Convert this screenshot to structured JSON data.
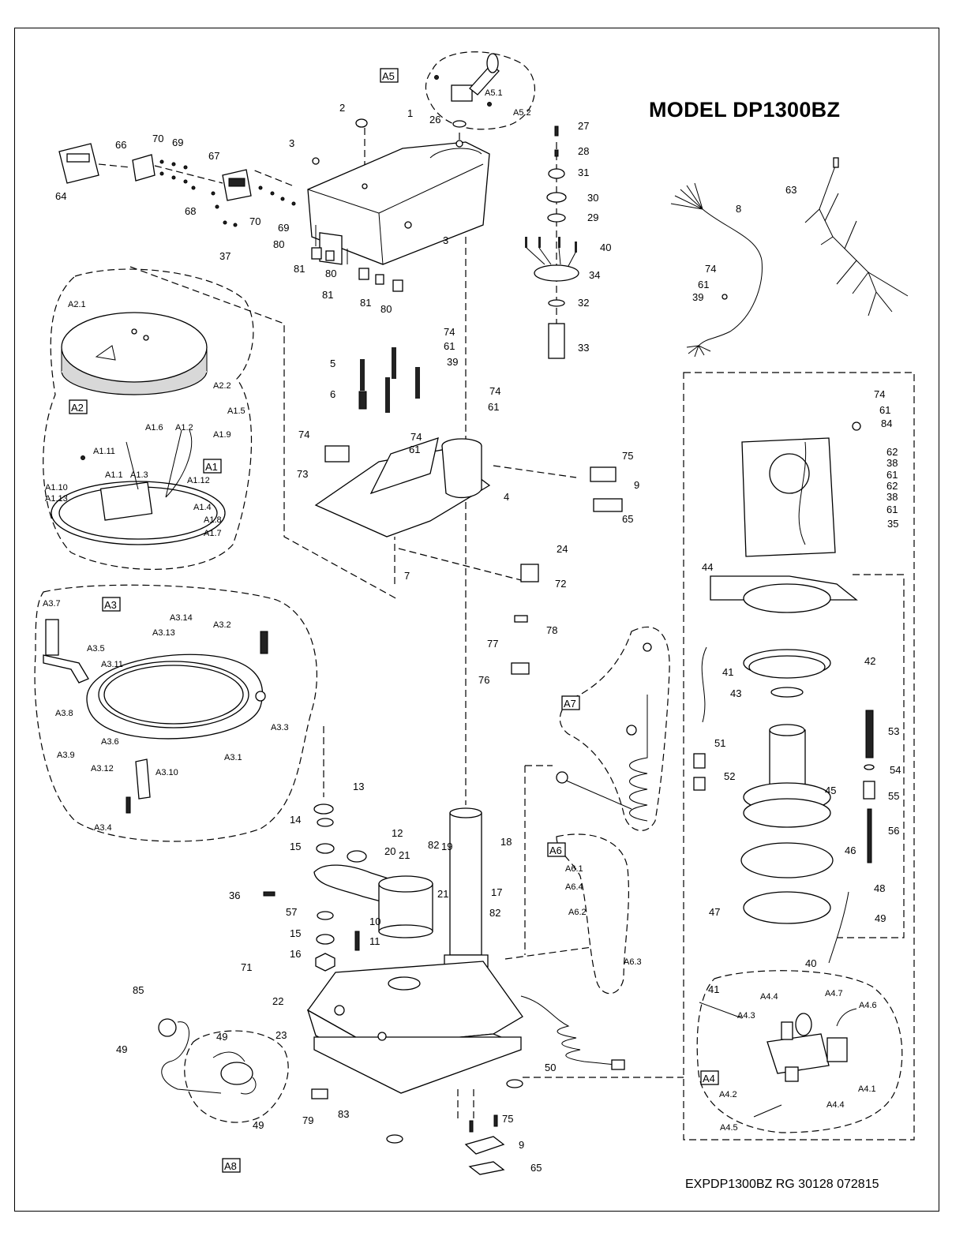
{
  "title": "MODEL DP1300BZ",
  "document_id": "EXPDP1300BZ RG 30128 072815",
  "callouts": [
    {
      "id": "c1",
      "label": "1"
    },
    {
      "id": "c2",
      "label": "2"
    },
    {
      "id": "c3a",
      "label": "3"
    },
    {
      "id": "c3b",
      "label": "3"
    },
    {
      "id": "c4",
      "label": "4"
    },
    {
      "id": "c5",
      "label": "5"
    },
    {
      "id": "c6",
      "label": "6"
    },
    {
      "id": "c7",
      "label": "7"
    },
    {
      "id": "c8",
      "label": "8"
    },
    {
      "id": "c9a",
      "label": "9"
    },
    {
      "id": "c9b",
      "label": "9"
    },
    {
      "id": "c10",
      "label": "10"
    },
    {
      "id": "c11",
      "label": "11"
    },
    {
      "id": "c12",
      "label": "12"
    },
    {
      "id": "c13",
      "label": "13"
    },
    {
      "id": "c14",
      "label": "14"
    },
    {
      "id": "c15a",
      "label": "15"
    },
    {
      "id": "c15b",
      "label": "15"
    },
    {
      "id": "c16",
      "label": "16"
    },
    {
      "id": "c17",
      "label": "17"
    },
    {
      "id": "c18",
      "label": "18"
    },
    {
      "id": "c19",
      "label": "19"
    },
    {
      "id": "c20",
      "label": "20"
    },
    {
      "id": "c21a",
      "label": "21"
    },
    {
      "id": "c21b",
      "label": "21"
    },
    {
      "id": "c22",
      "label": "22"
    },
    {
      "id": "c23",
      "label": "23"
    },
    {
      "id": "c24",
      "label": "24"
    },
    {
      "id": "c26",
      "label": "26"
    },
    {
      "id": "c27",
      "label": "27"
    },
    {
      "id": "c28",
      "label": "28"
    },
    {
      "id": "c29",
      "label": "29"
    },
    {
      "id": "c30",
      "label": "30"
    },
    {
      "id": "c31",
      "label": "31"
    },
    {
      "id": "c32",
      "label": "32"
    },
    {
      "id": "c33",
      "label": "33"
    },
    {
      "id": "c34",
      "label": "34"
    },
    {
      "id": "c35",
      "label": "35"
    },
    {
      "id": "c36",
      "label": "36"
    },
    {
      "id": "c37",
      "label": "37"
    },
    {
      "id": "c38a",
      "label": "38"
    },
    {
      "id": "c38b",
      "label": "38"
    },
    {
      "id": "c39a",
      "label": "39"
    },
    {
      "id": "c39b",
      "label": "39"
    },
    {
      "id": "c40a",
      "label": "40"
    },
    {
      "id": "c40b",
      "label": "40"
    },
    {
      "id": "c41a",
      "label": "41"
    },
    {
      "id": "c41b",
      "label": "41"
    },
    {
      "id": "c42",
      "label": "42"
    },
    {
      "id": "c43",
      "label": "43"
    },
    {
      "id": "c44",
      "label": "44"
    },
    {
      "id": "c45",
      "label": "45"
    },
    {
      "id": "c46",
      "label": "46"
    },
    {
      "id": "c47",
      "label": "47"
    },
    {
      "id": "c48",
      "label": "48"
    },
    {
      "id": "c49a",
      "label": "49"
    },
    {
      "id": "c49b",
      "label": "49"
    },
    {
      "id": "c49c",
      "label": "49"
    },
    {
      "id": "c49d",
      "label": "49"
    },
    {
      "id": "c50",
      "label": "50"
    },
    {
      "id": "c51",
      "label": "51"
    },
    {
      "id": "c52",
      "label": "52"
    },
    {
      "id": "c53",
      "label": "53"
    },
    {
      "id": "c54",
      "label": "54"
    },
    {
      "id": "c55",
      "label": "55"
    },
    {
      "id": "c56",
      "label": "56"
    },
    {
      "id": "c57",
      "label": "57"
    },
    {
      "id": "c61a",
      "label": "61"
    },
    {
      "id": "c61b",
      "label": "61"
    },
    {
      "id": "c61c",
      "label": "61"
    },
    {
      "id": "c61d",
      "label": "61"
    },
    {
      "id": "c61e",
      "label": "61"
    },
    {
      "id": "c61f",
      "label": "61"
    },
    {
      "id": "c61g",
      "label": "61"
    },
    {
      "id": "c62a",
      "label": "62"
    },
    {
      "id": "c62b",
      "label": "62"
    },
    {
      "id": "c63",
      "label": "63"
    },
    {
      "id": "c64",
      "label": "64"
    },
    {
      "id": "c65a",
      "label": "65"
    },
    {
      "id": "c65b",
      "label": "65"
    },
    {
      "id": "c66",
      "label": "66"
    },
    {
      "id": "c67",
      "label": "67"
    },
    {
      "id": "c68",
      "label": "68"
    },
    {
      "id": "c69a",
      "label": "69"
    },
    {
      "id": "c69b",
      "label": "69"
    },
    {
      "id": "c70a",
      "label": "70"
    },
    {
      "id": "c70b",
      "label": "70"
    },
    {
      "id": "c71",
      "label": "71"
    },
    {
      "id": "c72",
      "label": "72"
    },
    {
      "id": "c73",
      "label": "73"
    },
    {
      "id": "c74a",
      "label": "74"
    },
    {
      "id": "c74b",
      "label": "74"
    },
    {
      "id": "c74c",
      "label": "74"
    },
    {
      "id": "c74d",
      "label": "74"
    },
    {
      "id": "c74e",
      "label": "74"
    },
    {
      "id": "c74f",
      "label": "74"
    },
    {
      "id": "c75a",
      "label": "75"
    },
    {
      "id": "c75b",
      "label": "75"
    },
    {
      "id": "c76",
      "label": "76"
    },
    {
      "id": "c77",
      "label": "77"
    },
    {
      "id": "c78",
      "label": "78"
    },
    {
      "id": "c79",
      "label": "79"
    },
    {
      "id": "c80a",
      "label": "80"
    },
    {
      "id": "c80b",
      "label": "80"
    },
    {
      "id": "c80c",
      "label": "80"
    },
    {
      "id": "c81a",
      "label": "81"
    },
    {
      "id": "c81b",
      "label": "81"
    },
    {
      "id": "c81c",
      "label": "81"
    },
    {
      "id": "c82a",
      "label": "82"
    },
    {
      "id": "c82b",
      "label": "82"
    },
    {
      "id": "c83",
      "label": "83"
    },
    {
      "id": "c84",
      "label": "84"
    },
    {
      "id": "c85",
      "label": "85"
    },
    {
      "id": "cA21",
      "label": "A2.1"
    },
    {
      "id": "cA22",
      "label": "A2.2"
    },
    {
      "id": "cA16",
      "label": "A1.6"
    },
    {
      "id": "cA12",
      "label": "A1.2"
    },
    {
      "id": "cA15",
      "label": "A1.5"
    },
    {
      "id": "cA19",
      "label": "A1.9"
    },
    {
      "id": "cA111",
      "label": "A1.11"
    },
    {
      "id": "cA11",
      "label": "A1.1"
    },
    {
      "id": "cA13",
      "label": "A1.3"
    },
    {
      "id": "cA112",
      "label": "A1.12"
    },
    {
      "id": "cA110",
      "label": "A1.10"
    },
    {
      "id": "cA113",
      "label": "A1.13"
    },
    {
      "id": "cA14",
      "label": "A1.4"
    },
    {
      "id": "cA18",
      "label": "A1.8"
    },
    {
      "id": "cA17",
      "label": "A1.7"
    },
    {
      "id": "cA37",
      "label": "A3.7"
    },
    {
      "id": "cA314",
      "label": "A3.14"
    },
    {
      "id": "cA313",
      "label": "A3.13"
    },
    {
      "id": "cA32",
      "label": "A3.2"
    },
    {
      "id": "cA35",
      "label": "A3.5"
    },
    {
      "id": "cA311",
      "label": "A3.11"
    },
    {
      "id": "cA38",
      "label": "A3.8"
    },
    {
      "id": "cA36",
      "label": "A3.6"
    },
    {
      "id": "cA33",
      "label": "A3.3"
    },
    {
      "id": "cA39",
      "label": "A3.9"
    },
    {
      "id": "cA31",
      "label": "A3.1"
    },
    {
      "id": "cA312",
      "label": "A3.12"
    },
    {
      "id": "cA310",
      "label": "A3.10"
    },
    {
      "id": "cA34",
      "label": "A3.4"
    },
    {
      "id": "cA51",
      "label": "A5.1"
    },
    {
      "id": "cA52",
      "label": "A5.2"
    },
    {
      "id": "cA61",
      "label": "A6.1"
    },
    {
      "id": "cA64",
      "label": "A6.4"
    },
    {
      "id": "cA62",
      "label": "A6.2"
    },
    {
      "id": "cA63",
      "label": "A6.3"
    },
    {
      "id": "cA44a",
      "label": "A4.4"
    },
    {
      "id": "cA47",
      "label": "A4.7"
    },
    {
      "id": "cA43",
      "label": "A4.3"
    },
    {
      "id": "cA46",
      "label": "A4.6"
    },
    {
      "id": "cA42",
      "label": "A4.2"
    },
    {
      "id": "cA41",
      "label": "A4.1"
    },
    {
      "id": "cA44b",
      "label": "A4.4"
    },
    {
      "id": "cA45",
      "label": "A4.5"
    }
  ],
  "assembly_tags": [
    {
      "id": "A5",
      "label": "A5"
    },
    {
      "id": "A2",
      "label": "A2"
    },
    {
      "id": "A1",
      "label": "A1"
    },
    {
      "id": "A3",
      "label": "A3"
    },
    {
      "id": "A7",
      "label": "A7"
    },
    {
      "id": "A6",
      "label": "A6"
    },
    {
      "id": "A4",
      "label": "A4"
    },
    {
      "id": "A8",
      "label": "A8"
    }
  ]
}
